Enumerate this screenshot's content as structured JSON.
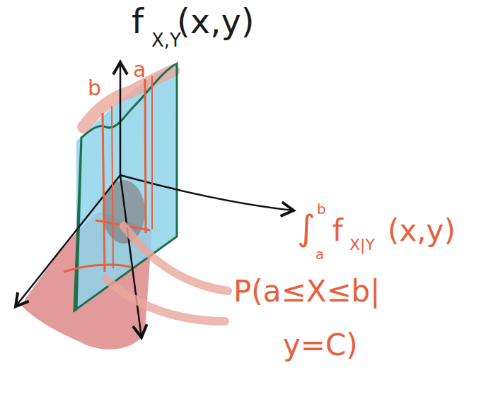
{
  "diagram": {
    "labels": [
      "f",
      "X,Y",
      "(x,y)",
      "a",
      "b",
      "∫",
      "a",
      "b",
      "f",
      "X|Y",
      "(x,y)",
      "P(a≤X≤b|",
      "y=C)"
    ]
  }
}
